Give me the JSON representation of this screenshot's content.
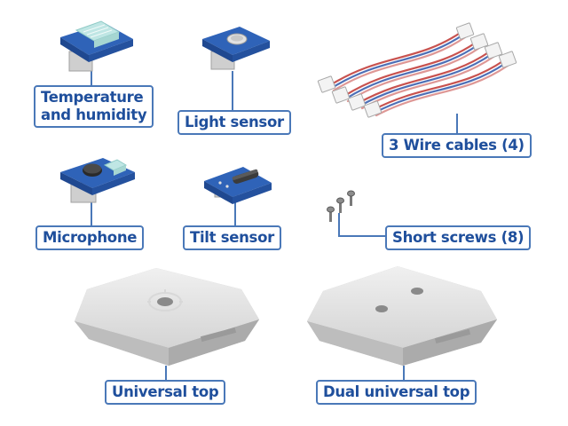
{
  "labels": {
    "temp_line1": "Temperature",
    "temp_line2": "and humidity",
    "light": "Light sensor",
    "cables": "3 Wire cables (4)",
    "microphone": "Microphone",
    "tilt": "Tilt sensor",
    "screws": "Short screws (8)",
    "universal_top": "Universal top",
    "dual_universal_top": "Dual universal top"
  },
  "colors": {
    "label_border": "#4a78b8",
    "label_text": "#1f4f9c",
    "pcb": "#2f63b8",
    "plastic": "#d6d6d6",
    "wire_red": "#c8524f",
    "wire_blue": "#4d6fb6"
  },
  "icons": [
    "temperature-humidity-sensor-icon",
    "light-sensor-icon",
    "wire-cables-icon",
    "microphone-sensor-icon",
    "tilt-sensor-icon",
    "screws-icon",
    "universal-top-icon",
    "dual-universal-top-icon"
  ]
}
